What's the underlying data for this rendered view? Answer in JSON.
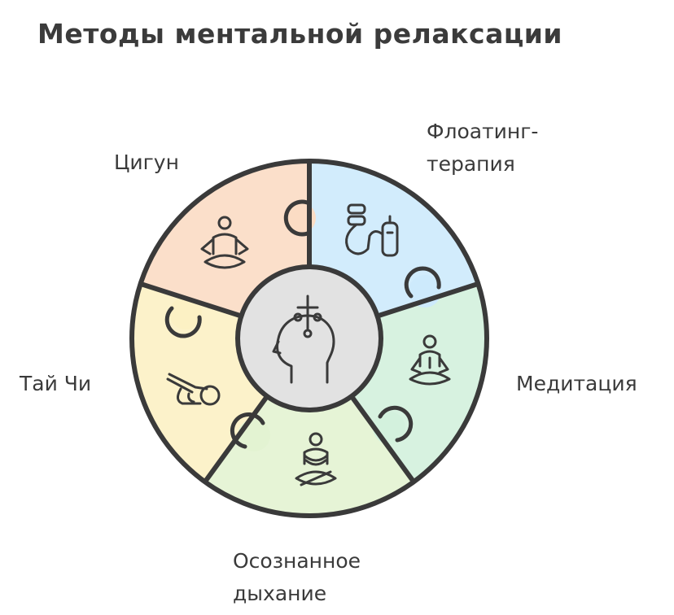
{
  "title": "Методы ментальной релаксации",
  "segments": [
    {
      "id": "qigong",
      "label_lines": [
        "Цигун"
      ],
      "icon": "seated-meditation-figure-icon",
      "color": "#fbdcc4"
    },
    {
      "id": "floating",
      "label_lines": [
        "Флоатинг-",
        "терапия"
      ],
      "icon": "floating-tank-equipment-icon",
      "color": "#cdeafc"
    },
    {
      "id": "meditation",
      "label_lines": [
        "Медитация"
      ],
      "icon": "meditating-person-icon",
      "color": "#d3f1dd"
    },
    {
      "id": "breathing",
      "label_lines": [
        "Осознанное",
        "дыхание"
      ],
      "icon": "breathing-person-icon",
      "color": "#e3f3d2"
    },
    {
      "id": "taichi",
      "label_lines": [
        "Тай Чи"
      ],
      "icon": "tai-chi-pose-icon",
      "color": "#fcf1c4"
    }
  ],
  "center": {
    "icon": "head-brain-icon",
    "color": "#e2e2e2"
  }
}
